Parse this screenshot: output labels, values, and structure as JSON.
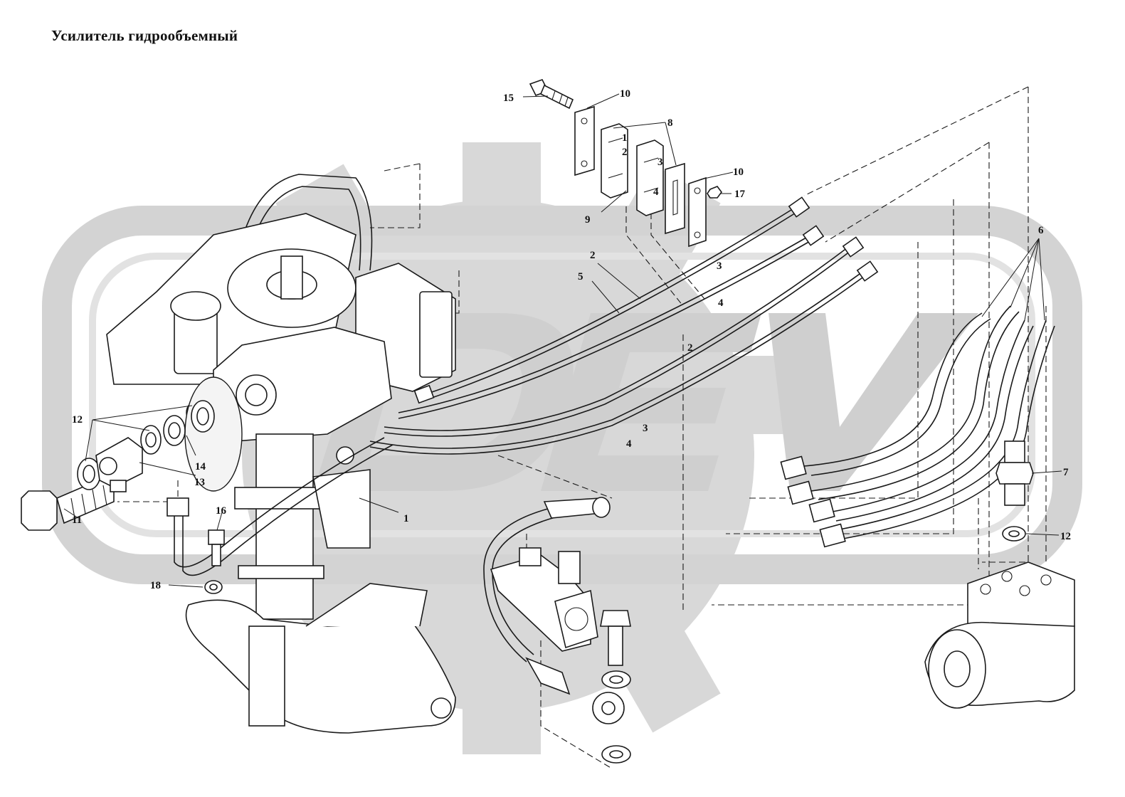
{
  "title": "Усилитель гидрообъемный",
  "callouts": {
    "c1": "1",
    "c2": "2",
    "c3": "3",
    "c4": "4",
    "c5": "5",
    "c6": "6",
    "c7": "7",
    "c8": "8",
    "c9": "9",
    "c10": "10",
    "c11": "11",
    "c12": "12",
    "c13": "13",
    "c14": "14",
    "c15": "15",
    "c16": "16",
    "c17": "17",
    "c18": "18"
  },
  "watermark": {
    "brand": "DEV",
    "colors": {
      "light": "#d8d8d8",
      "dark": "#cfcfcf"
    }
  }
}
